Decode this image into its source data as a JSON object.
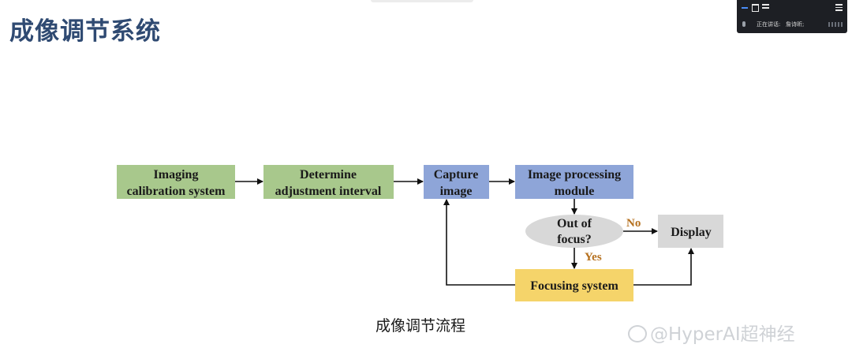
{
  "slide": {
    "title": "成像调节系统",
    "caption": "成像调节流程"
  },
  "toolbar": {
    "speaking_label": "正在讲话:",
    "speaker_name": "詹诗昕;"
  },
  "watermark": {
    "text": "@HyperAI超神经"
  },
  "diagram": {
    "nodes": {
      "imaging_calibration": {
        "line1": "Imaging",
        "line2": "calibration system",
        "color": "#a8c88c"
      },
      "determine_interval": {
        "line1": "Determine",
        "line2": "adjustment interval",
        "color": "#a8c88c"
      },
      "capture_image": {
        "line1": "Capture",
        "line2": "image",
        "color": "#8ea5d8"
      },
      "image_processing": {
        "line1": "Image processing",
        "line2": "module",
        "color": "#8ea5d8"
      },
      "out_of_focus": {
        "line1": "Out of",
        "line2": "focus?",
        "color": "#d8d8d8"
      },
      "display": {
        "label": "Display",
        "color": "#d8d8d8"
      },
      "focusing_system": {
        "label": "Focusing system",
        "color": "#f5d46a"
      }
    },
    "edge_labels": {
      "no": "No",
      "yes": "Yes"
    }
  }
}
